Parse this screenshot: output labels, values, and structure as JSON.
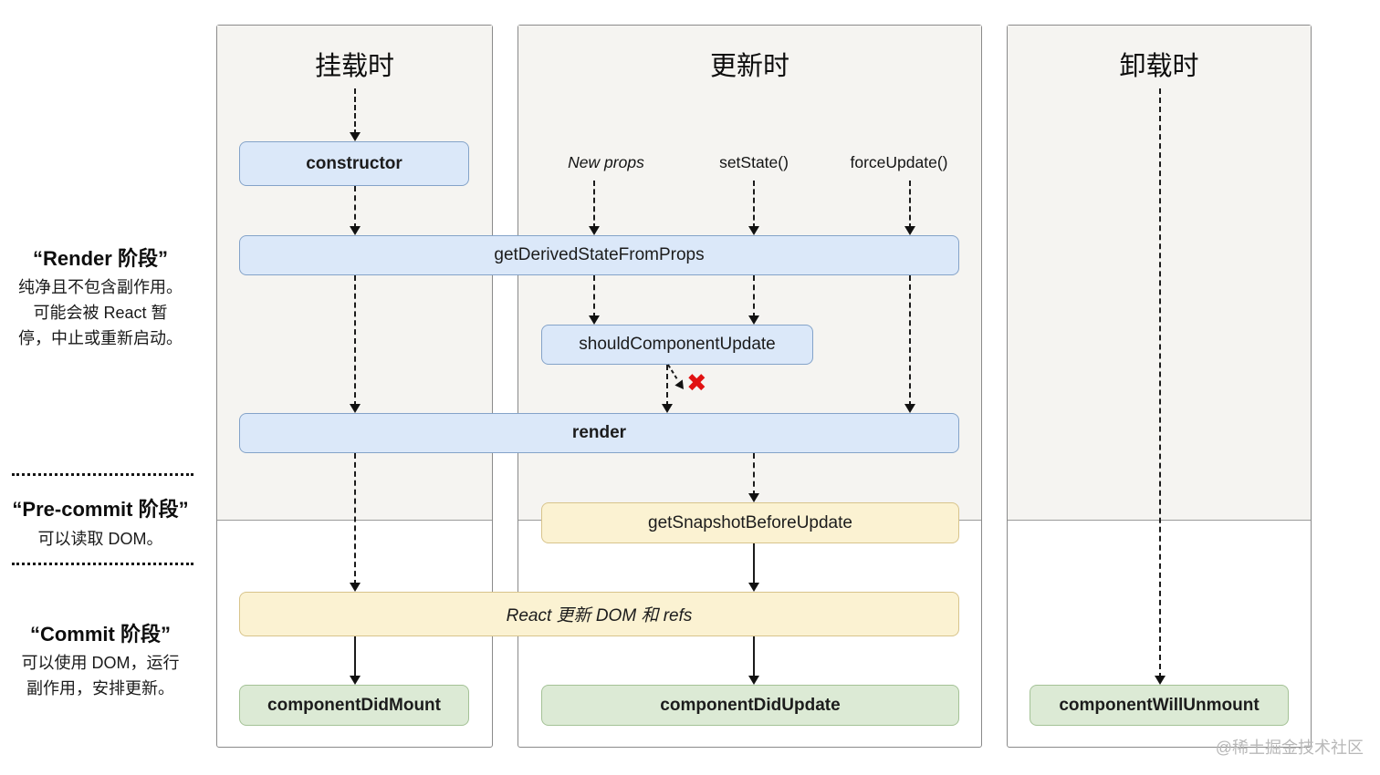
{
  "sidebar": {
    "sections": [
      {
        "title": "“Render 阶段”",
        "body": "纯净且不包含副作用。\n可能会被 React 暂\n停，中止或重新启动。"
      },
      {
        "title": "“Pre-commit 阶段”",
        "body": "可以读取 DOM。"
      },
      {
        "title": "“Commit 阶段”",
        "body": "可以使用 DOM，运行\n副作用，安排更新。"
      }
    ]
  },
  "columns": [
    {
      "id": "mounting",
      "title": "挂载时"
    },
    {
      "id": "updating",
      "title": "更新时"
    },
    {
      "id": "unmounting",
      "title": "卸载时"
    }
  ],
  "triggers": [
    {
      "label": "New props"
    },
    {
      "label": "setState()"
    },
    {
      "label": "forceUpdate()"
    }
  ],
  "nodes": {
    "constructor": "constructor",
    "getDerivedStateFromProps": "getDerivedStateFromProps",
    "shouldComponentUpdate": "shouldComponentUpdate",
    "render": "render",
    "getSnapshotBeforeUpdate": "getSnapshotBeforeUpdate",
    "reactUpdatesDom": "React 更新 DOM 和 refs",
    "componentDidMount": "componentDidMount",
    "componentDidUpdate": "componentDidUpdate",
    "componentWillUnmount": "componentWillUnmount"
  },
  "stop_icon_glyph": "✖",
  "watermark": "@稀土掘金技术社区",
  "colors": {
    "node_blue_bg": "#dbe8f9",
    "node_blue_border": "#84a3c9",
    "node_yellow_bg": "#fbf2d2",
    "node_yellow_border": "#d8c48b",
    "node_green_bg": "#dcead5",
    "node_green_border": "#a4c296",
    "column_shade_bg": "#f5f4f1",
    "stop_red": "#e11212"
  }
}
